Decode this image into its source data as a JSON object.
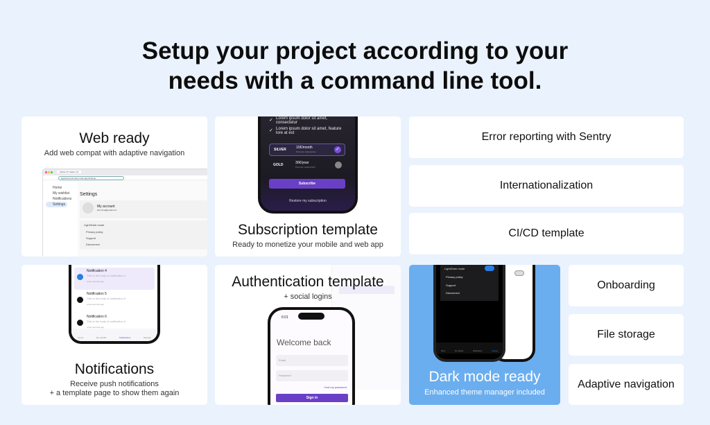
{
  "headline": {
    "line1": "Setup your project according to your",
    "line2": "needs with a command line tool."
  },
  "web": {
    "title": "Web ready",
    "subtitle": "Add web compat with adaptive navigation",
    "mock": {
      "tab": "Flutter FX Starter Kit",
      "url": "apparence-kit-demo.web.app/settings",
      "nav": [
        "Home",
        "My wishlist",
        "Notifications",
        "Settings"
      ],
      "page_title": "Settings",
      "account": "My account",
      "email": "john.doe@gmail.com",
      "mode": "Light/Dark mode",
      "items": [
        "Privacy policy",
        "Support",
        "Disconnect"
      ]
    }
  },
  "subscription": {
    "title": "Subscription template",
    "subtitle": "Ready to monetize your mobile and web app",
    "features": [
      "Lorem ipsum dolor sit amet, consectetur",
      "Lorem ipsum dolor sit amet, feature lore at est"
    ],
    "plans": [
      {
        "name": "SILVER",
        "price": "10€/month",
        "desc": "Premium subscription",
        "selected": true
      },
      {
        "name": "GOLD",
        "price": "30€/year",
        "desc": "Premium subscription",
        "selected": false
      }
    ],
    "button": "Subscribe",
    "restore": "Restore my subscription"
  },
  "features_right": [
    "Error reporting with Sentry",
    "Internationalization",
    "CI/CD template"
  ],
  "notifications": {
    "title": "Notifications",
    "subtitle1": "Receive push notifications",
    "subtitle2": "+ a template page to show them again",
    "items": [
      {
        "title": "Notification 4",
        "body": "This is the body of notification 4",
        "time": "a few seconds ago"
      },
      {
        "title": "Notification 5",
        "body": "This is the body of notification 5",
        "time": "a few seconds ago"
      },
      {
        "title": "Notification 6",
        "body": "This is the body of notification 6",
        "time": "a few seconds ago"
      }
    ],
    "tabs": [
      "Home",
      "My wishlist",
      "Notifications",
      "Settings"
    ]
  },
  "auth": {
    "title": "Authentication template",
    "subtitle": "+ social logins",
    "time": "6:01",
    "welcome": "Welcome back",
    "email_placeholder": "Email",
    "password_placeholder": "Password",
    "lost": "I lost my password",
    "signin": "Sign in"
  },
  "dark": {
    "title": "Dark mode ready",
    "subtitle": "Enhanced theme manager included",
    "mode": "Light/Dark mode",
    "items": [
      "Privacy policy",
      "Support",
      "Disconnect"
    ],
    "tabs": [
      "Home",
      "My wishlist",
      "Notifications",
      "Settings"
    ],
    "bg": "#6aaeef"
  },
  "features_small": [
    "Onboarding",
    "File storage",
    "Adaptive navigation"
  ],
  "colors": {
    "background": "#eaf2fd",
    "accent": "#6a3fc8",
    "blue": "#2a7de1"
  }
}
